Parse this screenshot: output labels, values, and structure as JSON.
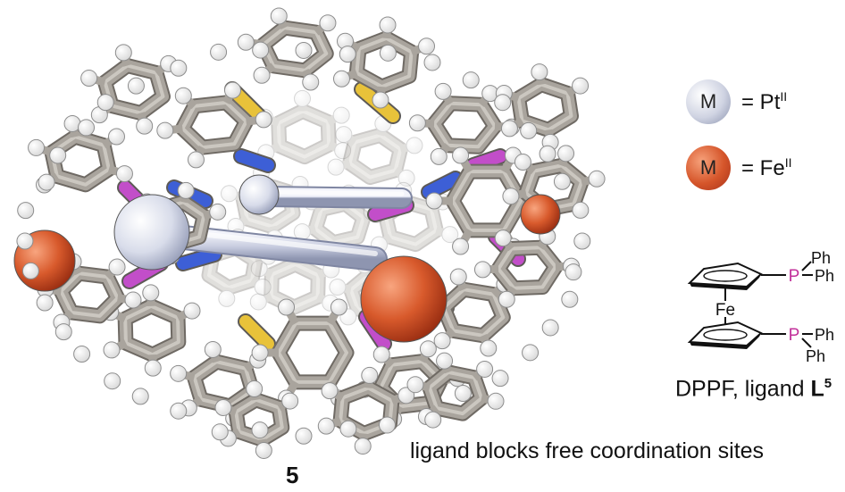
{
  "compound": {
    "label": "5"
  },
  "legend": [
    {
      "symbol": "M",
      "equals": "= Pt",
      "ox": "II",
      "color_center": "#eef0f8",
      "color_edge": "#8a92ad"
    },
    {
      "symbol": "M",
      "equals": "= Fe",
      "ox": "II",
      "color_center": "#f7a27b",
      "color_edge": "#b0371a"
    }
  ],
  "dppf": {
    "fe": "Fe",
    "p_top": "P",
    "p_bottom": "P",
    "ph_top_upper": "Ph",
    "ph_top_lower": "Ph",
    "ph_bottom_upper": "Ph",
    "ph_bottom_lower": "Ph",
    "name": "DPPF,  ligand",
    "ligand_symbol": "L",
    "ligand_sup": "5",
    "p_color": "#c2309a"
  },
  "caption": "ligand blocks free coordination sites",
  "atom_colors": {
    "carbon": "#a9a49d",
    "hydrogen": "#ffffff",
    "sulfur": "#e8c23a",
    "phosphorus": "#c24ec9",
    "nitrogen": "#3d5fd6",
    "platinum": "#d7dbe8",
    "iron": "#cf4f25"
  }
}
